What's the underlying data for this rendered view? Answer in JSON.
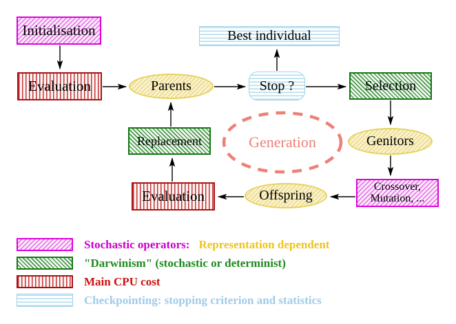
{
  "nodes": {
    "initialisation": "Initialisation",
    "evaluation_top": "Evaluation",
    "parents": "Parents",
    "stop": "Stop ?",
    "best_individual": "Best individual",
    "selection": "Selection",
    "genitors": "Genitors",
    "crossover_line1": "Crossover,",
    "crossover_line2": "Mutation, ...",
    "offspring": "Offspring",
    "evaluation_bottom": "Evaluation",
    "replacement": "Replacement",
    "generation": "Generation"
  },
  "legend": {
    "items": [
      {
        "swatch": "magenta-diagonal-hatch",
        "parts": [
          {
            "text": "Stochastic operators:",
            "color": "#cc00cc"
          },
          {
            "text": "Representation dependent",
            "color": "#eec41c"
          }
        ]
      },
      {
        "swatch": "green-diagonal-hatch",
        "parts": [
          {
            "text": "\"Darwinism\" (stochastic or determinist)",
            "color": "#1d8a1d"
          }
        ]
      },
      {
        "swatch": "red-vertical-stripes",
        "parts": [
          {
            "text": "Main CPU cost",
            "color": "#cc1111"
          }
        ]
      },
      {
        "swatch": "cyan-horizontal-stripes",
        "parts": [
          {
            "text": "Checkpointing: stopping criterion and statistics",
            "color": "#9fcce8"
          }
        ]
      }
    ]
  },
  "palette": {
    "stochastic_magenta_border": "#dd00dd",
    "darwinism_green_border": "#117711",
    "cpu_red_border": "#aa1111",
    "checkpoint_cyan_border": "#a0d2e6",
    "operator_yellow_border": "#e5d25c",
    "generation_salmon": "#ec8177",
    "arrow_color": "#000000",
    "background": "#ffffff"
  }
}
